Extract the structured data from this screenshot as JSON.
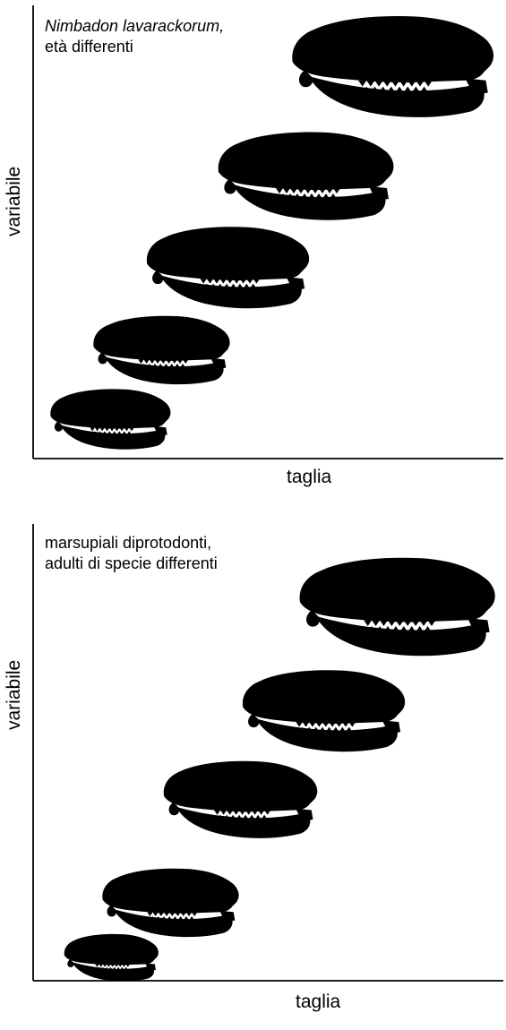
{
  "panels": [
    {
      "caption_line1": "Nimbadon lavarackorum,",
      "caption_line2": "età differenti",
      "y_label": "variabile",
      "x_label": "taglia"
    },
    {
      "caption_line1": "marsupiali diprotodonti,",
      "caption_line2": "adulti di specie differenti",
      "y_label": "variabile",
      "x_label": "taglia"
    }
  ],
  "colors": {
    "ink": "#1a1a1a",
    "background": "#ffffff"
  }
}
